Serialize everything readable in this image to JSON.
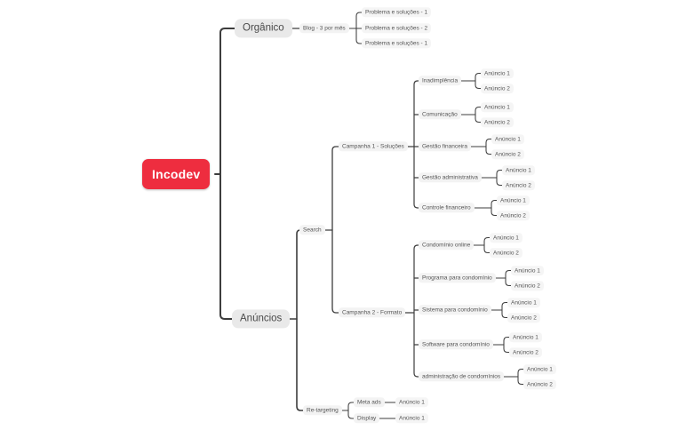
{
  "palette": {
    "brand_red": "#ee2d3f",
    "line": "#3d3d3d",
    "node_bg": "#e9e9e9",
    "leaf_bg": "#f3f3f3",
    "text": "#4a4a4a"
  },
  "root": {
    "label": "Incodev"
  },
  "organico": {
    "label": "Orgânico",
    "blog": {
      "label": "Blog - 3 por mês",
      "posts": [
        "Problema e soluções - 1",
        "Problema e soluções - 2",
        "Problema e soluções - 1"
      ]
    }
  },
  "anuncios": {
    "label": "Anúncios",
    "search": {
      "label": "Search",
      "campanha1": {
        "label": "Campanha 1 - Soluções",
        "groups": [
          {
            "label": "Inadimplência",
            "ads": [
              "Anúncio 1",
              "Anúncio 2"
            ]
          },
          {
            "label": "Comunicação",
            "ads": [
              "Anúncio 1",
              "Anúncio 2"
            ]
          },
          {
            "label": "Gestão financeira",
            "ads": [
              "Anúncio 1",
              "Anúncio 2"
            ]
          },
          {
            "label": "Gestão administrativa",
            "ads": [
              "Anúncio 1",
              "Anúncio 2"
            ]
          },
          {
            "label": "Controle financeiro",
            "ads": [
              "Anúncio 1",
              "Anúncio 2"
            ]
          }
        ]
      },
      "campanha2": {
        "label": "Campanha 2 - Formato",
        "groups": [
          {
            "label": "Condomínio online",
            "ads": [
              "Anúncio 1",
              "Anúncio 2"
            ]
          },
          {
            "label": "Programa para condomínio",
            "ads": [
              "Anúncio 1",
              "Anúncio 2"
            ]
          },
          {
            "label": "Sistema para condomínio",
            "ads": [
              "Anúncio 1",
              "Anúncio 2"
            ]
          },
          {
            "label": "Software para condomínio",
            "ads": [
              "Anúncio 1",
              "Anúncio 2"
            ]
          },
          {
            "label": "administração de condomínios",
            "ads": [
              "Anúncio 1",
              "Anúncio 2"
            ]
          }
        ]
      }
    },
    "retargeting": {
      "label": "Re-targeting",
      "channels": [
        {
          "label": "Meta ads",
          "ads": [
            "Anúncio 1"
          ]
        },
        {
          "label": "Display",
          "ads": [
            "Anúncio 1"
          ]
        }
      ]
    }
  }
}
